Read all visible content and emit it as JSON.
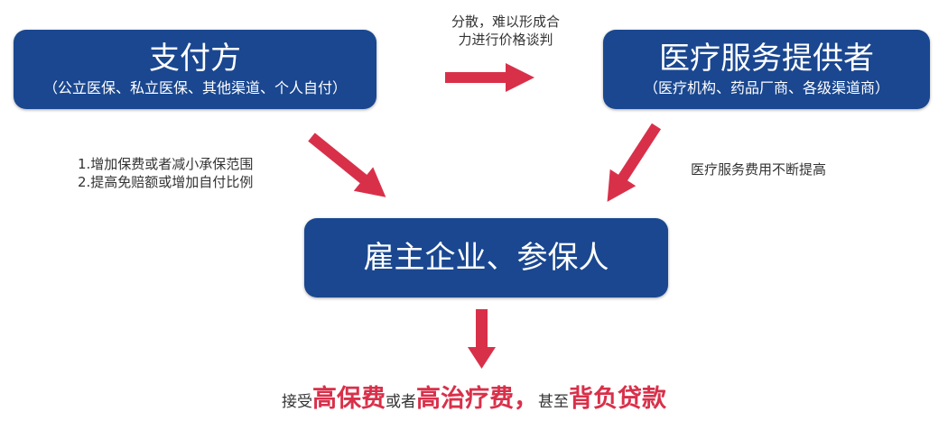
{
  "payer": {
    "title": "支付方",
    "subtitle": "（公立医保、私立医保、其他渠道、个人自付）"
  },
  "provider": {
    "title": "医疗服务提供者",
    "subtitle": "（医疗机构、药品厂商、各级渠道商）"
  },
  "employer": {
    "title": "雇主企业、参保人"
  },
  "notes": {
    "top_line1": "分散，难以形成合",
    "top_line2": "力进行价格谈判",
    "left_line1": "1.增加保费或者减小承保范围",
    "left_line2": "2.提高免赔额或增加自付比例",
    "right": "医疗服务费用不断提高"
  },
  "bottom": [
    {
      "text": "接受",
      "highlight": false
    },
    {
      "text": "高保费",
      "highlight": true
    },
    {
      "text": "或者",
      "highlight": false
    },
    {
      "text": "高治疗费，",
      "highlight": true
    },
    {
      "text": "甚至",
      "highlight": false
    },
    {
      "text": "背负贷款",
      "highlight": true
    }
  ],
  "colors": {
    "box": "#1a4790",
    "arrow": "#d9304a"
  }
}
